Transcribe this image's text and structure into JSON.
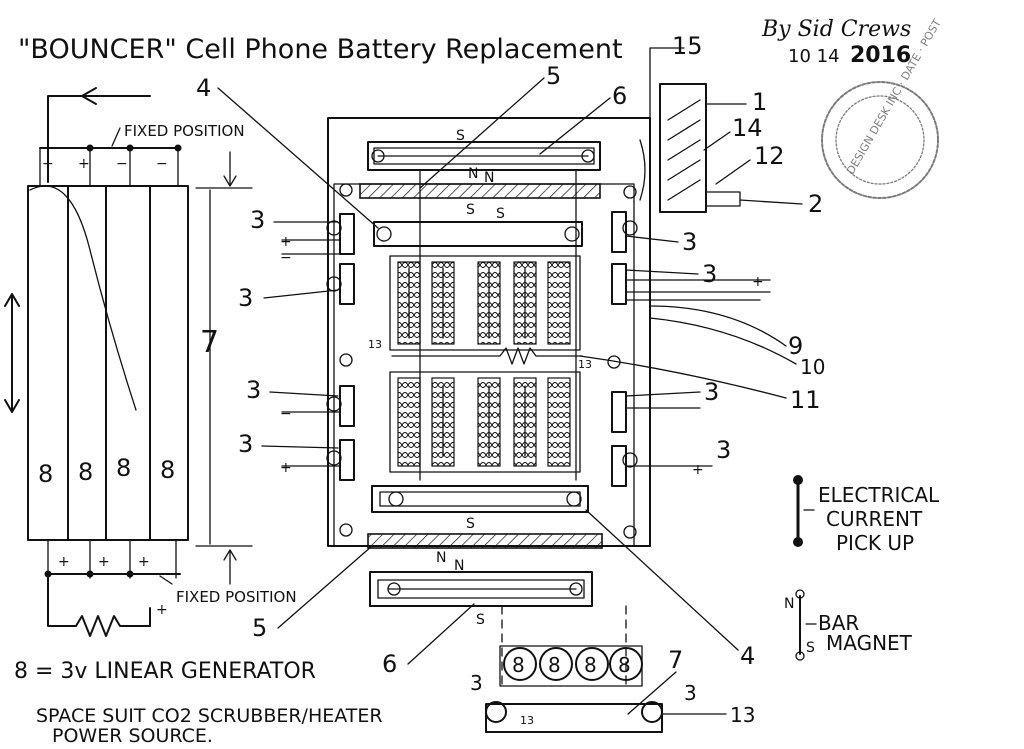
{
  "title": "\"BOUNCER\" Cell Phone Battery Replacement",
  "author": "By Sid Crews",
  "date_month_day": "10 14",
  "date_year": "2016",
  "stamp_text": "DESIGN DESK INC · DATE · POST",
  "labels": {
    "fixed_position_top": "FIXED POSITION",
    "fixed_position_bottom": "FIXED POSITION",
    "generator_digit": "8",
    "legend_generator": "8 = 3v LINEAR GENERATOR",
    "legend_spacesuit_line1": "SPACE SUIT CO2 SCRUBBER/HEATER",
    "legend_spacesuit_line2": "POWER SOURCE.",
    "legend_current_line1": "ELECTRICAL",
    "legend_current_line2": "CURRENT",
    "legend_current_line3": "PICK UP",
    "legend_magnet_line1": "BAR",
    "legend_magnet_line2": "MAGNET",
    "pole_n": "N",
    "pole_s": "S",
    "plus": "+",
    "minus": "−"
  },
  "callouts": {
    "c1": "1",
    "c2": "2",
    "c3": "3",
    "c4": "4",
    "c5": "5",
    "c6": "6",
    "c7": "7",
    "c9": "9",
    "c10": "10",
    "c11": "11",
    "c12": "12",
    "c13": "13",
    "c14": "14",
    "c15": "15"
  }
}
